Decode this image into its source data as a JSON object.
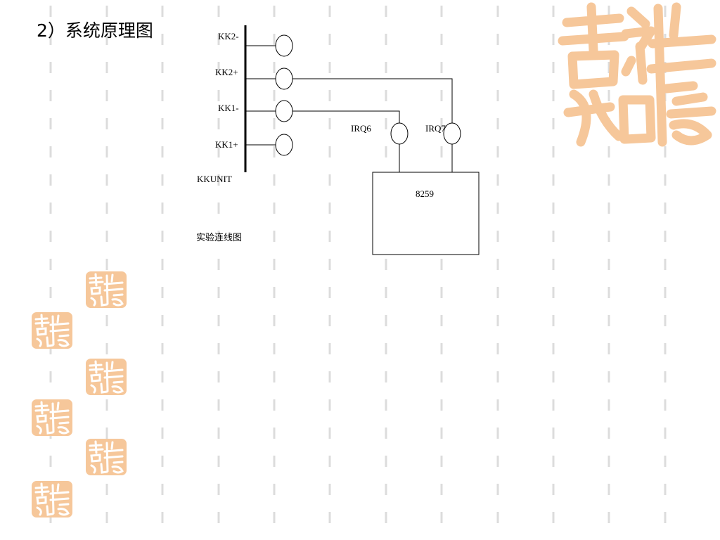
{
  "slide": {
    "title": "2）系统原理图"
  },
  "diagram": {
    "bus_label": "KKUNIT",
    "ports": [
      {
        "id": "kk2-minus",
        "label": "KK2-"
      },
      {
        "id": "kk2-plus",
        "label": "KK2+"
      },
      {
        "id": "kk1-minus",
        "label": "KK1-"
      },
      {
        "id": "kk1-plus",
        "label": "KK1+"
      }
    ],
    "irq": [
      {
        "id": "irq6",
        "label": "IRQ6"
      },
      {
        "id": "irq7",
        "label": "IRQ7"
      }
    ],
    "chip_label": "8259",
    "caption": "实验连线图"
  },
  "decor": {
    "stamp_text": "吉祥如意",
    "stamp_color": "#f6c79a",
    "grid_color": "#dcdcdc"
  }
}
